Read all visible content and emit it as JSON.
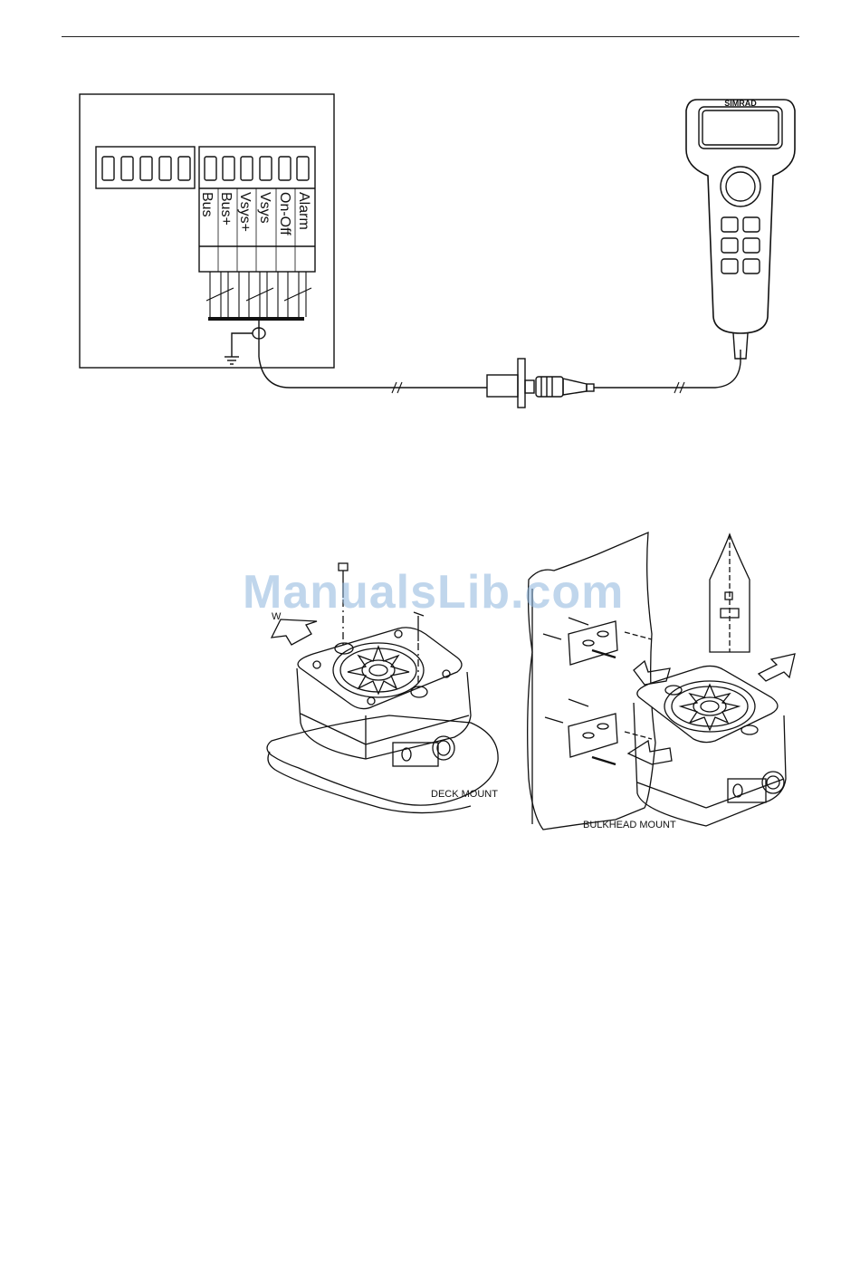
{
  "terminals": [
    "Alarm",
    "On-Off",
    "Vsys",
    "Vsys+",
    "Bus+",
    "Bus"
  ],
  "handset_brand": "SIMRAD",
  "captions": {
    "deck": "DECK MOUNT",
    "bulkhead": "BULKHEAD MOUNT"
  },
  "compass_label": "W",
  "watermark": "ManualsLib.com"
}
